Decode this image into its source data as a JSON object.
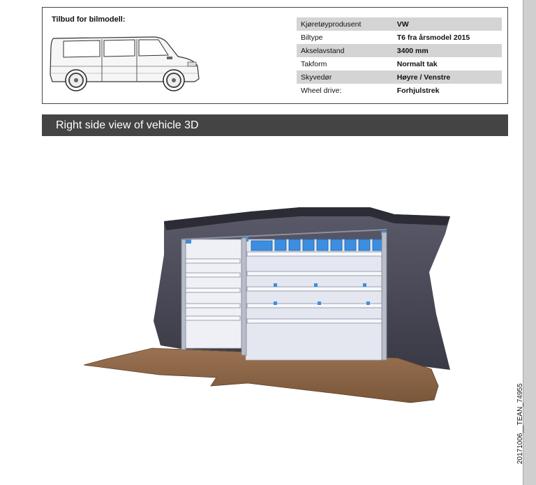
{
  "offer": {
    "title": "Tilbud for bilmodell:",
    "specs": [
      {
        "label": "Kjøretøyprodusent",
        "value": "VW"
      },
      {
        "label": "Biltype",
        "value": "T6 fra årsmodel 2015"
      },
      {
        "label": "Akselavstand",
        "value": "3400 mm"
      },
      {
        "label": "Takform",
        "value": "Normalt tak"
      },
      {
        "label": "Skyvedør",
        "value": "Høyre / Venstre"
      },
      {
        "label": "Wheel drive:",
        "value": "Forhjulstrek"
      }
    ]
  },
  "section": {
    "title": "Right side view of vehicle 3D"
  },
  "footer": {
    "doc_ref": "20171006__TEAN_74955"
  },
  "colors": {
    "header_bg": "#444444",
    "row_shade": "#d4d4d4",
    "floor": "#8a6446",
    "van_interior": "#4a4a58",
    "bins": "#3d8ee0"
  }
}
